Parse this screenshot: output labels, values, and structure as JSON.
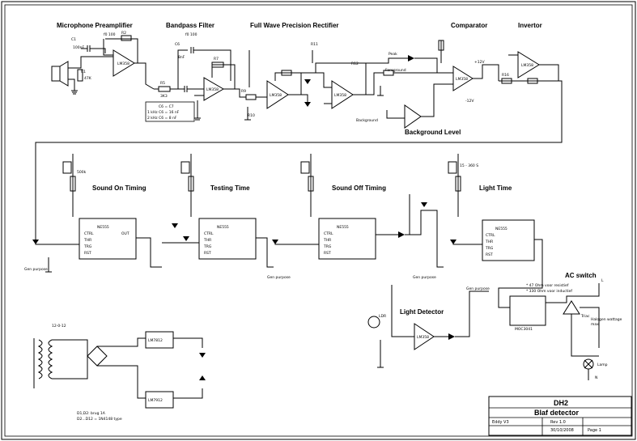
{
  "sections": {
    "mic_preamp": "Microphone Preamplifier",
    "bandpass": "Bandpass Filter",
    "rectifier": "Full Wave Precision Rectifier",
    "comparator": "Comparator",
    "invertor": "Invertor",
    "sound_on": "Sound On Timing",
    "testing": "Testing Time",
    "sound_off": "Sound Off Timing",
    "light_time": "Light Time",
    "light_detector": "Light Detector",
    "ac_switch": "AC switch",
    "background_level": "Background Level",
    "foreground": "Foreground",
    "background": "Background"
  },
  "notes": {
    "fo1": "f0 100",
    "fo2": "f0 100",
    "cap_note1": "C6 = C7",
    "cap_note2": "1 kHz C6 = 16 nF",
    "cap_note3": "2 kHz C6 = 8 nF",
    "bulb_note": "Halogen wattage",
    "bulb_note2": "max",
    "ac_note1": "* 47 Ohm voor resistief",
    "ac_note2": "* 330 Ohm voor inductief",
    "light_range": "15 - 360 S",
    "diode_note1": "D1,D2: brug 1A",
    "diode_note2": "D2...D12 = 1N4148 type",
    "gen_purpose": "Gen purpose",
    "triac": "Triac",
    "lamp": "Lamp"
  },
  "components": {
    "ic_ne555": "NE555",
    "ic_lm7812": "LM7812",
    "ic_lm7912": "LM7912",
    "lm358": "LM358",
    "moc": "MOC3041",
    "ldr": "LDR"
  },
  "title_block": {
    "id": "DH2",
    "title": "Blaf detector",
    "author": "Eddy V3",
    "rev": "Rev 1.0",
    "date": "30/10/2008",
    "page": "Page 1"
  }
}
